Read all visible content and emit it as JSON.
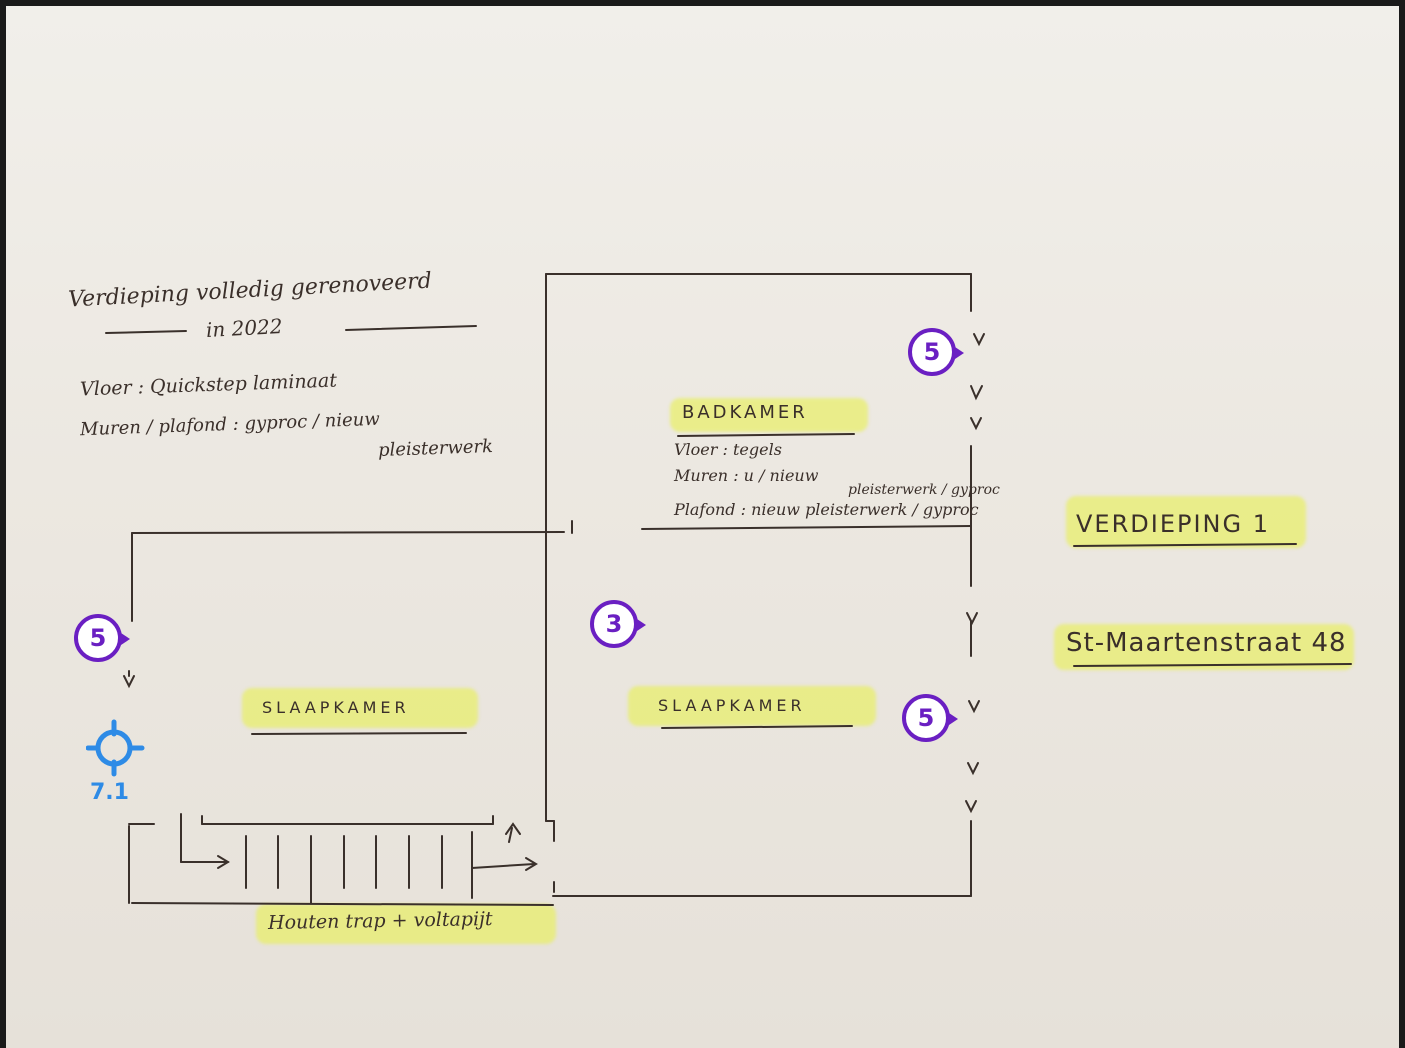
{
  "notes": {
    "line1": "Verdieping volledig gerenoveerd",
    "line2": "in 2022",
    "floor": "Vloer : Quickstep laminaat",
    "walls": "Muren / plafond : gyproc / nieuw",
    "walls2": "pleisterwerk"
  },
  "rooms": {
    "bathroom": {
      "title": "BADKAMER",
      "floor": "Vloer : tegels",
      "walls": "Muren :    u / nieuw",
      "walls_sub": "pleisterwerk / gyproc",
      "ceiling": "Plafond : nieuw pleisterwerk / gyproc"
    },
    "bedroom_left": {
      "title": "SLAAPKAMER"
    },
    "bedroom_right": {
      "title": "SLAAPKAMER"
    }
  },
  "footer_label": "Houten trap + voltapijt",
  "floor_label": "VERDIEPING 1",
  "address": "St-Maartenstraat 48",
  "markers": [
    {
      "value": "5"
    },
    {
      "value": "5"
    },
    {
      "value": "3"
    },
    {
      "value": "5"
    }
  ],
  "target_marker": {
    "label": "7.1"
  },
  "colors": {
    "badge": "#6a1fc2",
    "target": "#2e8be6",
    "highlight": "#e8f05a",
    "ink": "#3a2f2a"
  }
}
